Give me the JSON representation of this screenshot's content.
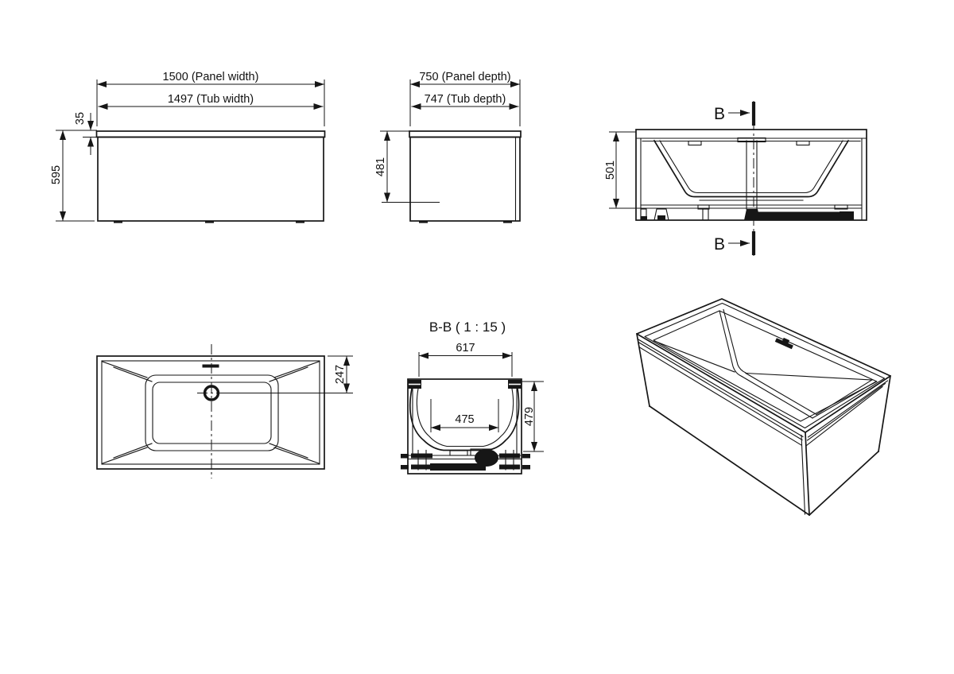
{
  "views": {
    "front": {
      "panel_width": "1500 (Panel width)",
      "tub_width": "1497 (Tub width)",
      "rim_height": "35",
      "overall_height": "595"
    },
    "side": {
      "panel_depth": "750 (Panel depth)",
      "tub_depth": "747 (Tub depth)",
      "inner_height": "481"
    },
    "section": {
      "height": "501",
      "cut_top": "B",
      "cut_bottom": "B"
    },
    "top": {
      "drain_offset": "247"
    },
    "bb": {
      "title": "B-B ( 1 : 15 )",
      "top_width": "617",
      "bottom_width": "475",
      "depth": "479"
    }
  },
  "colors": {
    "line": "#161616",
    "background": "#ffffff"
  }
}
